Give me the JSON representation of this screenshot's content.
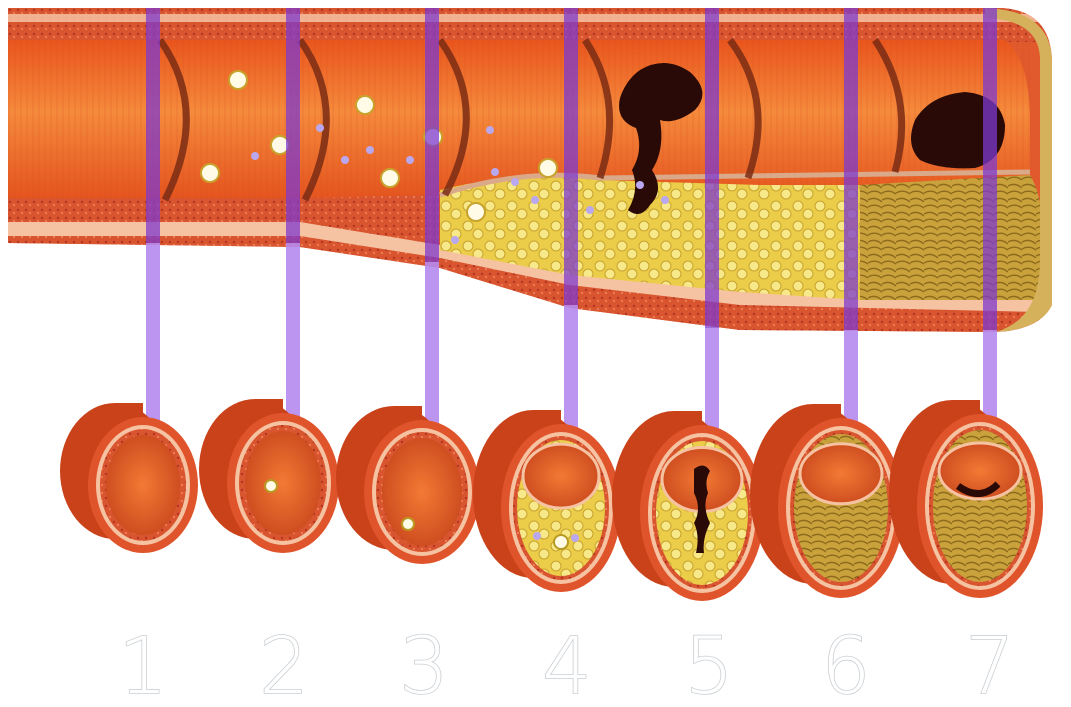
{
  "stages": [
    {
      "number": "1"
    },
    {
      "number": "2"
    },
    {
      "number": "3"
    },
    {
      "number": "4"
    },
    {
      "number": "5"
    },
    {
      "number": "6"
    },
    {
      "number": "7"
    }
  ],
  "colors": {
    "lumen": "#f06a22",
    "lumen_dark": "#c9421a",
    "wall_pink": "#f6c3a2",
    "wall_outer": "#e0542c",
    "wall_texture": "#c2412a",
    "plaque": "#f2dc5c",
    "plaque_dark": "#b89a22",
    "fibrous_cap": "#c9a55a",
    "clot": "#2a0a06",
    "marker": "#7d39cf",
    "connector": "#b58aef",
    "cell": "#fffbe6",
    "particle": "#b9a8ef"
  }
}
